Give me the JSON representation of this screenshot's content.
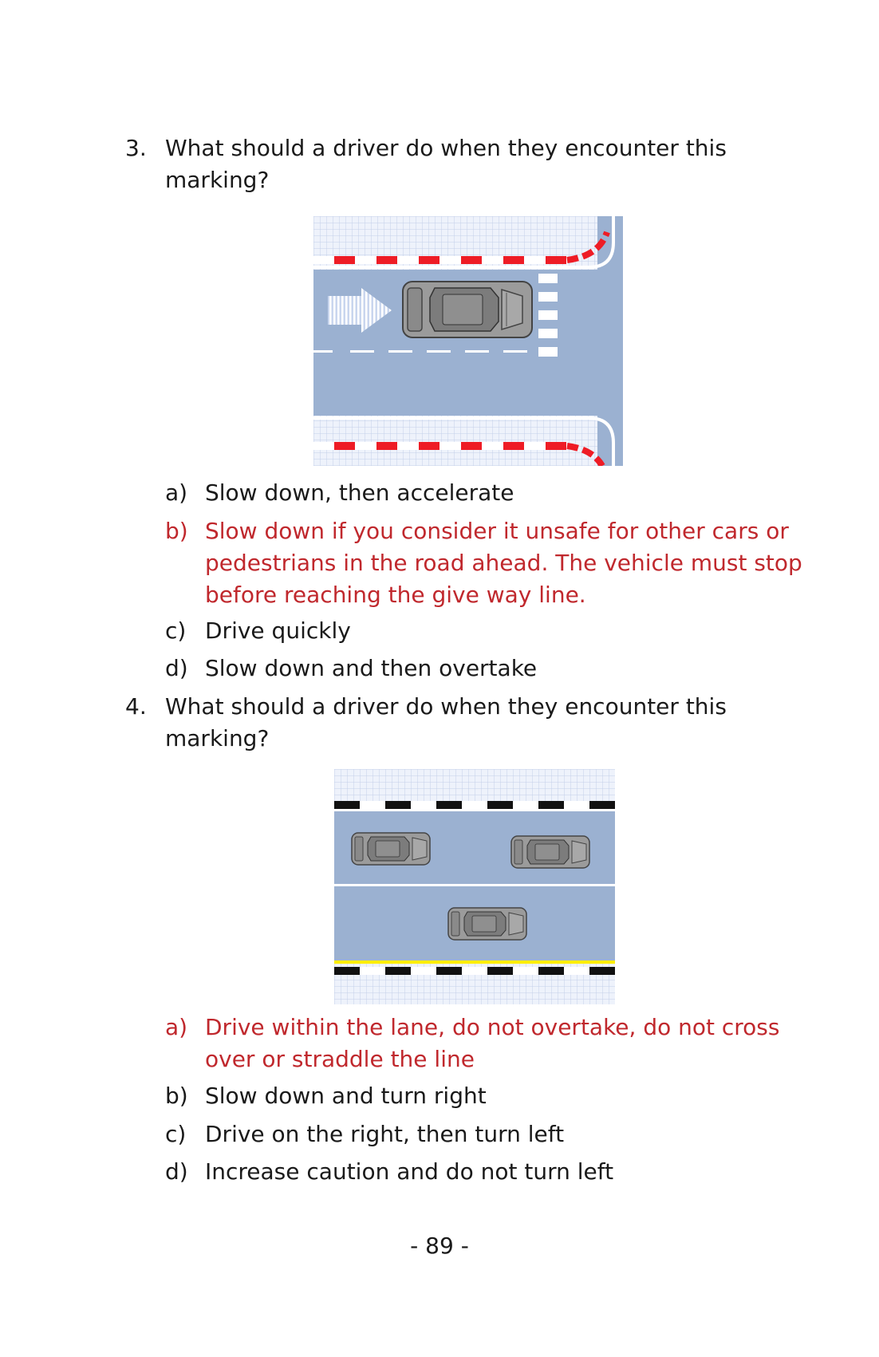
{
  "colors": {
    "answer": "#c0282d",
    "road": "#9bb1d1",
    "marking_red": "#ee1c25",
    "marking_yellow": "#ffee00"
  },
  "questions": [
    {
      "number": "3.",
      "text": "What should a driver do when they encounter this marking?",
      "figure": {
        "icons": [
          "direction-arrow-icon",
          "car-icon"
        ]
      },
      "options": [
        {
          "label": "a)",
          "text": "Slow down, then accelerate",
          "correct": false
        },
        {
          "label": "b)",
          "text": "Slow down if you consider it unsafe for other cars or pedestrians in the road ahead. The vehicle must stop before reaching the give way line.",
          "correct": true
        },
        {
          "label": "c)",
          "text": "Drive quickly",
          "correct": false
        },
        {
          "label": "d)",
          "text": "Slow down and then overtake",
          "correct": false
        }
      ]
    },
    {
      "number": "4.",
      "text": "What should a driver do when they encounter this marking?",
      "figure": {
        "icons": [
          "car-icon",
          "car-icon",
          "car-icon"
        ]
      },
      "options": [
        {
          "label": "a)",
          "text": "Drive within the lane, do not overtake, do not cross over or straddle the line",
          "correct": true
        },
        {
          "label": "b)",
          "text": "Slow down and turn right",
          "correct": false
        },
        {
          "label": "c)",
          "text": "Drive on the right, then turn left",
          "correct": false
        },
        {
          "label": "d)",
          "text": "Increase caution and do not turn left",
          "correct": false
        }
      ]
    }
  ],
  "page_number": "- 89 -"
}
